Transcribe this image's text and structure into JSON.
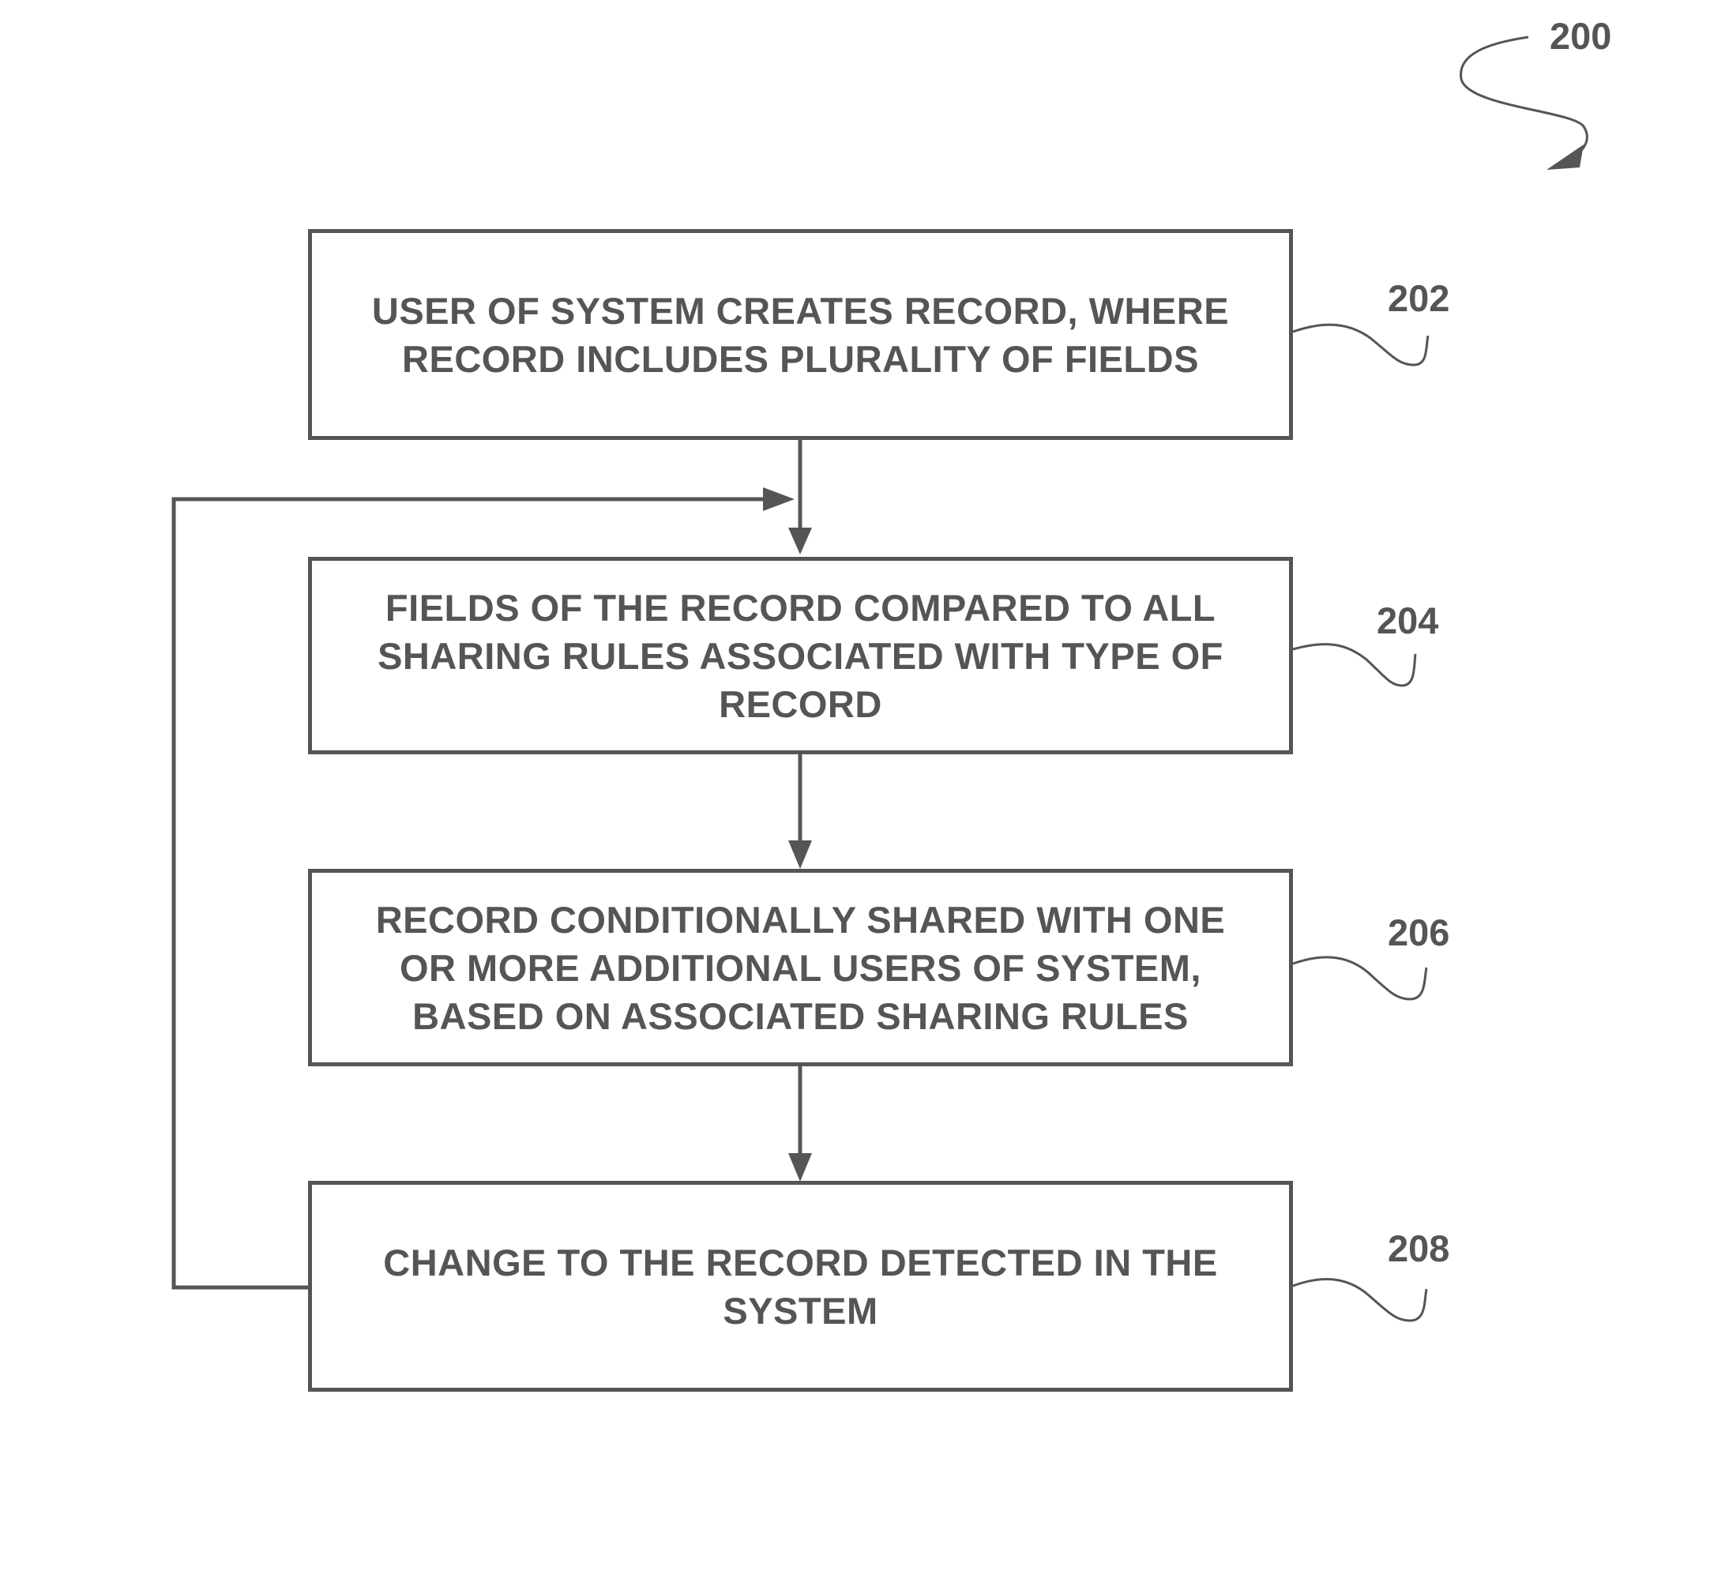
{
  "figure_label": "200",
  "steps": [
    {
      "ref": "202",
      "lines": [
        "USER OF SYSTEM CREATES RECORD, WHERE",
        "RECORD INCLUDES PLURALITY OF FIELDS"
      ]
    },
    {
      "ref": "204",
      "lines": [
        "FIELDS OF THE RECORD COMPARED TO ALL",
        "SHARING RULES ASSOCIATED WITH TYPE OF",
        "RECORD"
      ]
    },
    {
      "ref": "206",
      "lines": [
        "RECORD CONDITIONALLY SHARED WITH ONE",
        "OR MORE ADDITIONAL USERS OF SYSTEM,",
        "BASED ON ASSOCIATED SHARING RULES"
      ]
    },
    {
      "ref": "208",
      "lines": [
        "CHANGE TO THE RECORD DETECTED IN THE",
        "SYSTEM"
      ]
    }
  ],
  "colors": {
    "stroke": "#555555",
    "text": "#555555",
    "background": "#ffffff"
  }
}
